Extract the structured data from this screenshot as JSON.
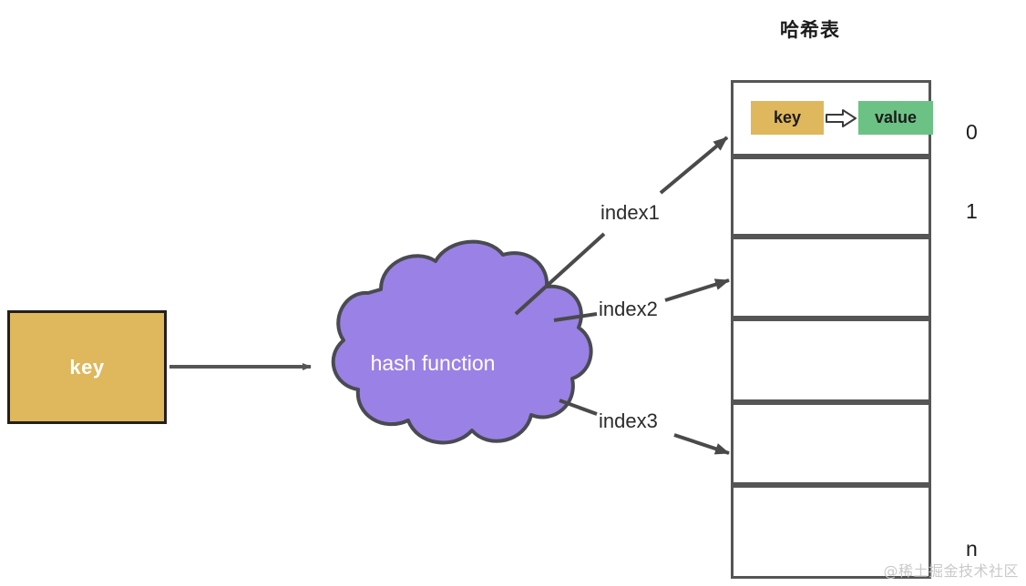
{
  "diagram": {
    "title": "哈希表",
    "source_box": {
      "label": "key"
    },
    "hash_function": {
      "label": "hash function"
    },
    "index_labels": [
      {
        "name": "index1",
        "label": "index1"
      },
      {
        "name": "index2",
        "label": "index2"
      },
      {
        "name": "index3",
        "label": "index3"
      }
    ],
    "table": {
      "slot_labels": {
        "first": "0",
        "second": "1",
        "last": "n"
      },
      "entry": {
        "key_label": "key",
        "value_label": "value",
        "arrow_glyph": "⇒"
      },
      "rows": [
        {
          "index": "0",
          "filled": true
        },
        {
          "index": "1",
          "filled": false
        },
        {
          "index": "",
          "filled": false
        },
        {
          "index": "",
          "filled": false
        },
        {
          "index": "",
          "filled": false
        },
        {
          "index": "n",
          "filled": false
        }
      ]
    },
    "watermark": "@稀土掘金技术社区",
    "colors": {
      "key_amber": "#dfb75c",
      "value_green": "#6cc284",
      "cloud_purple": "#9a81e5",
      "cloud_stroke": "#4a4a52",
      "table_stroke": "#555555",
      "arrow_gray": "#555555",
      "key_box_border": "#231f1c",
      "background": "#ffffff"
    }
  }
}
